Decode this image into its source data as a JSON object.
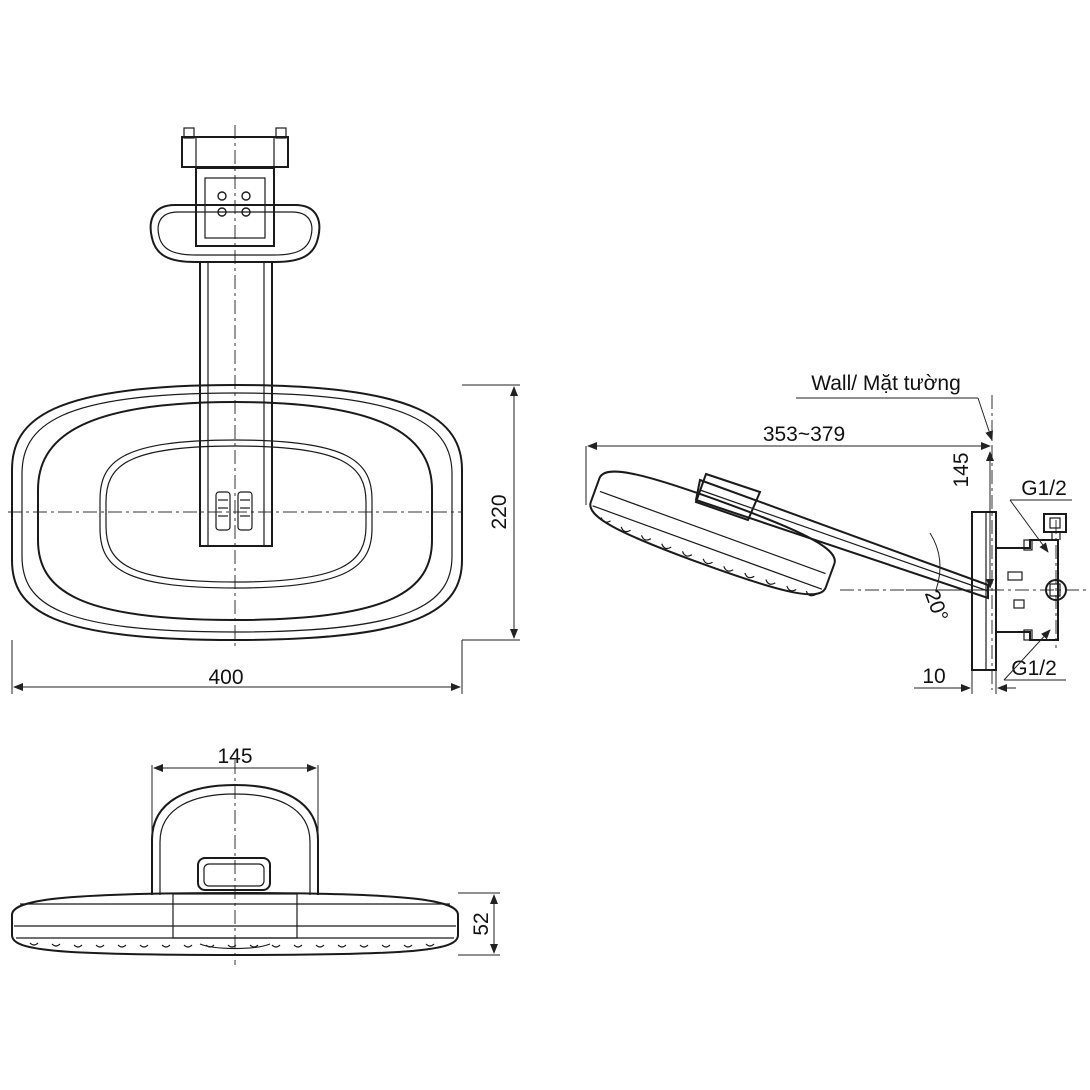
{
  "drawing": {
    "top_view": {
      "width_label": "400",
      "height_label": "220"
    },
    "front_view": {
      "arm_width_label": "145",
      "thickness_label": "52"
    },
    "side_view": {
      "wall_label": "Wall/ Mặt tường",
      "reach_label": "353~379",
      "drop_label": "145",
      "angle_label": "20°",
      "flange_label": "10",
      "inlet_top_label": "G1/2",
      "inlet_bottom_label": "G1/2"
    }
  }
}
